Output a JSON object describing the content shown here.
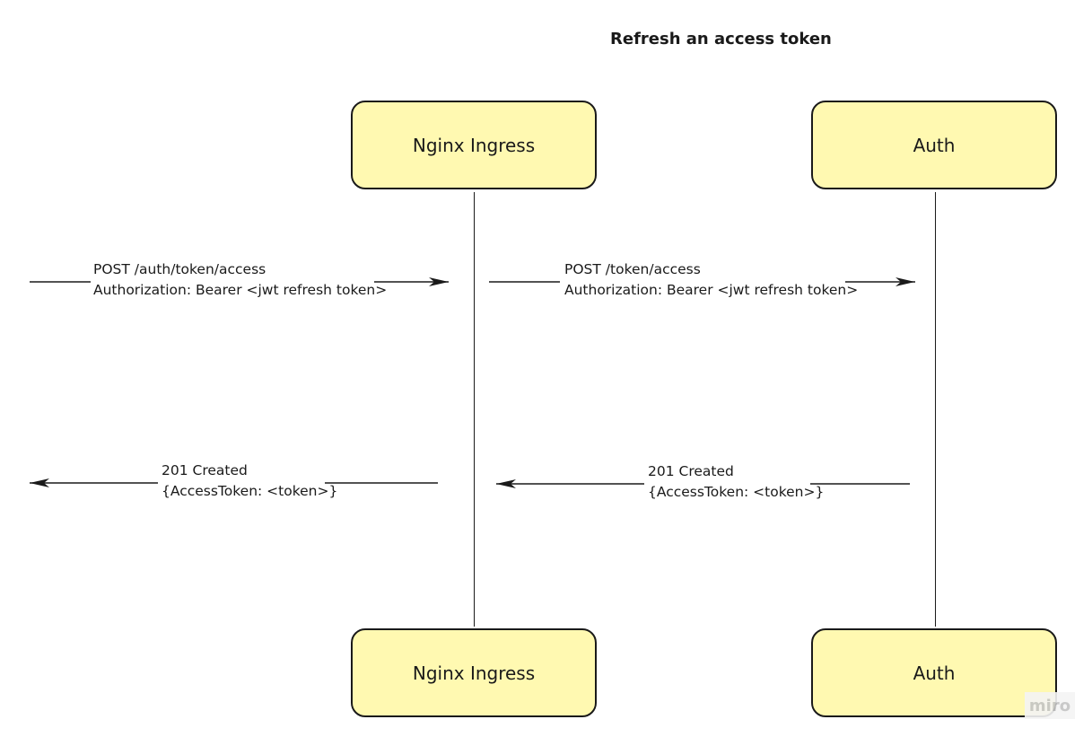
{
  "diagram": {
    "title": "Refresh an access token",
    "participants": {
      "nginx": {
        "label": "Nginx Ingress"
      },
      "auth": {
        "label": "Auth"
      }
    },
    "messages": {
      "client_to_nginx": {
        "line1": "POST /auth/token/access",
        "line2": "Authorization: Bearer <jwt refresh token>"
      },
      "nginx_to_auth": {
        "line1": "POST /token/access",
        "line2": "Authorization: Bearer <jwt refresh token>"
      },
      "auth_to_nginx": {
        "line1": "201 Created",
        "line2": "{AccessToken: <token>}"
      },
      "nginx_to_client": {
        "line1": "201 Created",
        "line2": "{AccessToken: <token>}"
      }
    },
    "watermark": "miro"
  }
}
